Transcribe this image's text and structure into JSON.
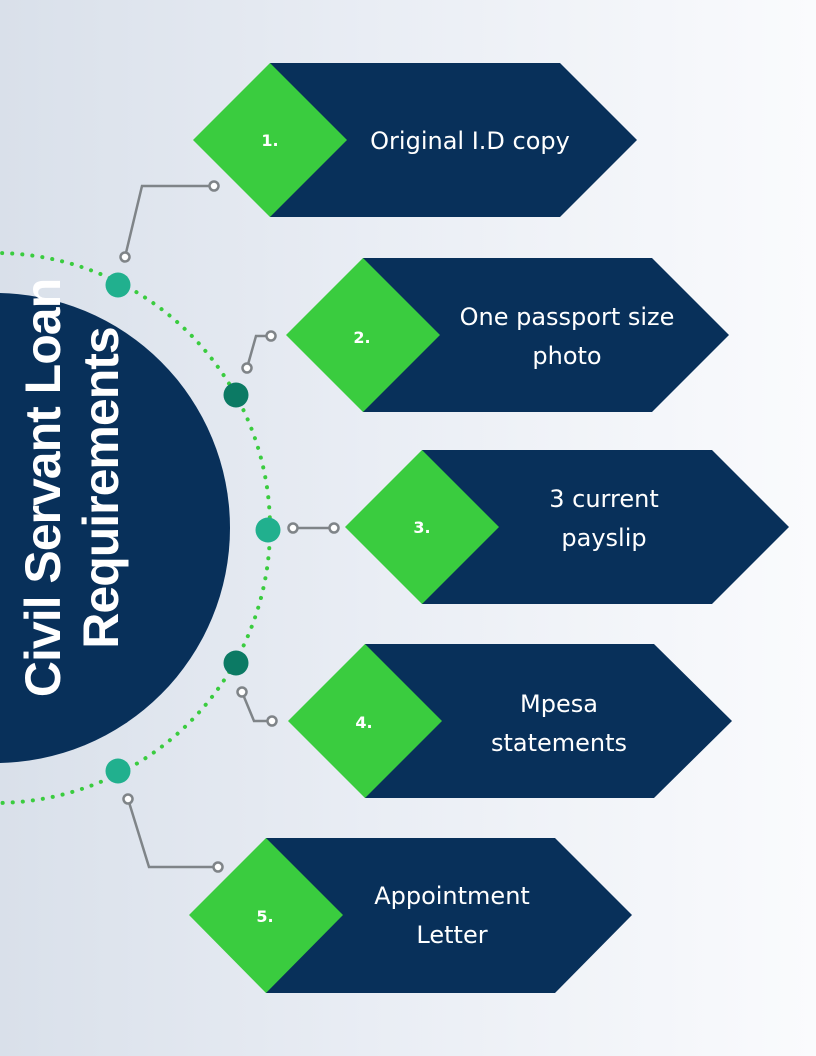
{
  "title": {
    "line1": "Civil Servant Loan",
    "line2": "Requirements"
  },
  "colors": {
    "navy": "#08305a",
    "green": "#3acc3f",
    "teal": "#21b08e",
    "dark_teal": "#0c7a64",
    "connector": "#7f8488",
    "dotted_ring": "#3acc3f"
  },
  "items": [
    {
      "number": "1.",
      "lines": [
        "Original I.D copy"
      ]
    },
    {
      "number": "2.",
      "lines": [
        "One passport size",
        "photo"
      ]
    },
    {
      "number": "3.",
      "lines": [
        "3 current",
        "payslip"
      ]
    },
    {
      "number": "4.",
      "lines": [
        "Mpesa",
        "statements"
      ]
    },
    {
      "number": "5.",
      "lines": [
        "Appointment",
        "Letter"
      ]
    }
  ]
}
